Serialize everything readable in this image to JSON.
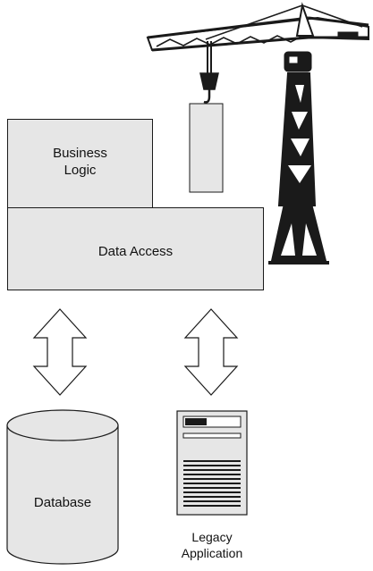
{
  "diagram": {
    "business_logic": {
      "line1": "Business",
      "line2": "Logic"
    },
    "data_access": "Data Access",
    "database": "Database",
    "legacy_application": {
      "line1": "Legacy",
      "line2": "Application"
    }
  },
  "icons": {
    "crane": "tower-crane-icon",
    "hanging_block": "hanging-block-icon",
    "double_arrow": "double-headed-vertical-arrow-icon",
    "database": "cylinder-database-icon",
    "server": "server-tower-icon"
  },
  "colors": {
    "box_fill": "#e6e6e6",
    "stroke": "#1a1a1a"
  }
}
